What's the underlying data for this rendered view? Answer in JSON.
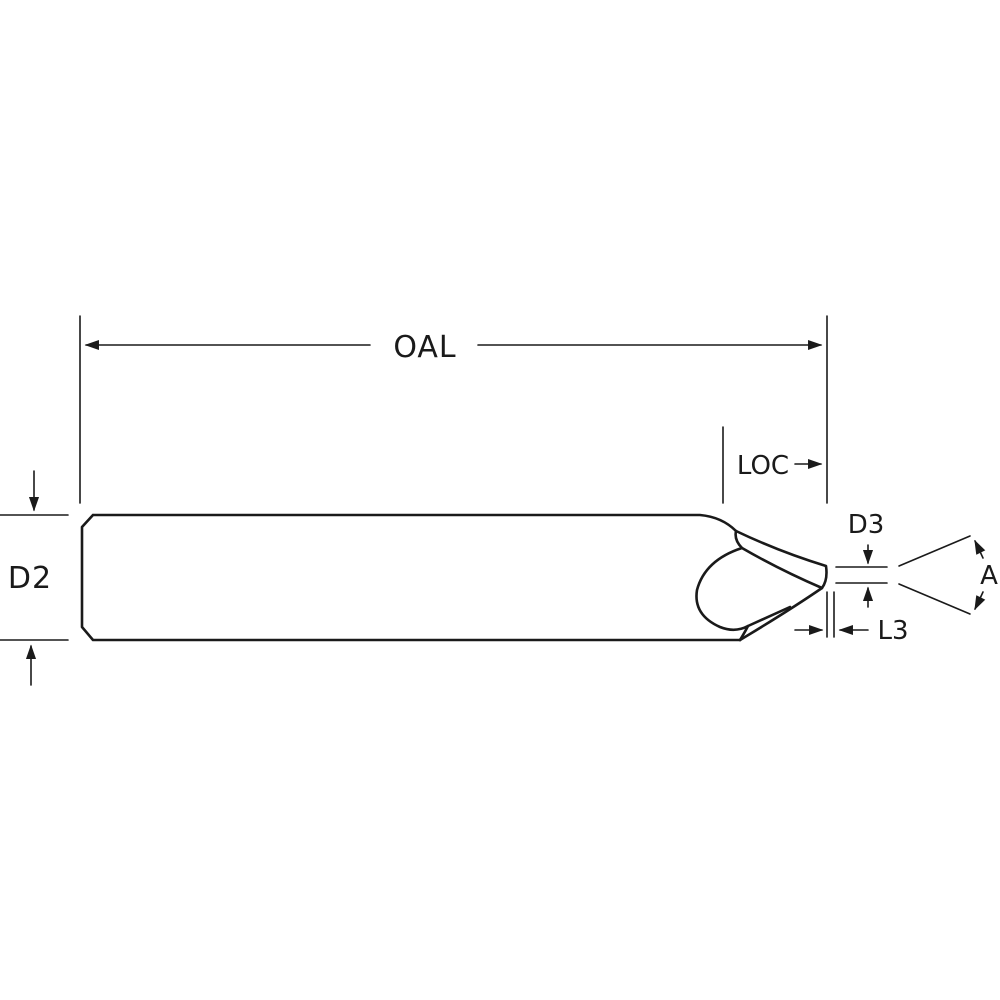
{
  "diagram": {
    "labels": {
      "oal": "OAL",
      "loc": "LOC",
      "d2": "D2",
      "d3": "D3",
      "l3": "L3",
      "a": "A"
    },
    "colors": {
      "ink": "#1a1a1a",
      "background": "#ffffff"
    }
  }
}
